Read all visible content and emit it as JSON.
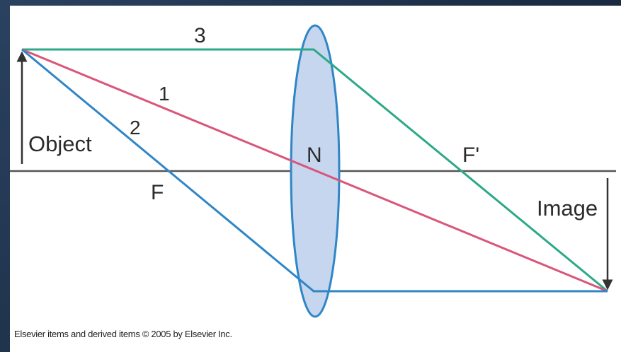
{
  "diagram": {
    "labels": {
      "object": "Object",
      "image": "Image",
      "focal_front": "F",
      "focal_back": "F'",
      "nodal_point": "N",
      "ray_1": "1",
      "ray_2": "2",
      "ray_3": "3"
    },
    "rays": [
      {
        "id": "1",
        "color": "#d9567a"
      },
      {
        "id": "2",
        "color": "#2f86c6"
      },
      {
        "id": "3",
        "color": "#2ba988"
      }
    ],
    "colors": {
      "axis": "#555555",
      "arrows": "#333333",
      "lens_fill": "#c6d6ef",
      "lens_stroke": "#2f86c6",
      "background": "#ffffff"
    }
  },
  "footer": {
    "copyright": "Elsevier items and derived items © 2005 by Elsevier Inc."
  }
}
